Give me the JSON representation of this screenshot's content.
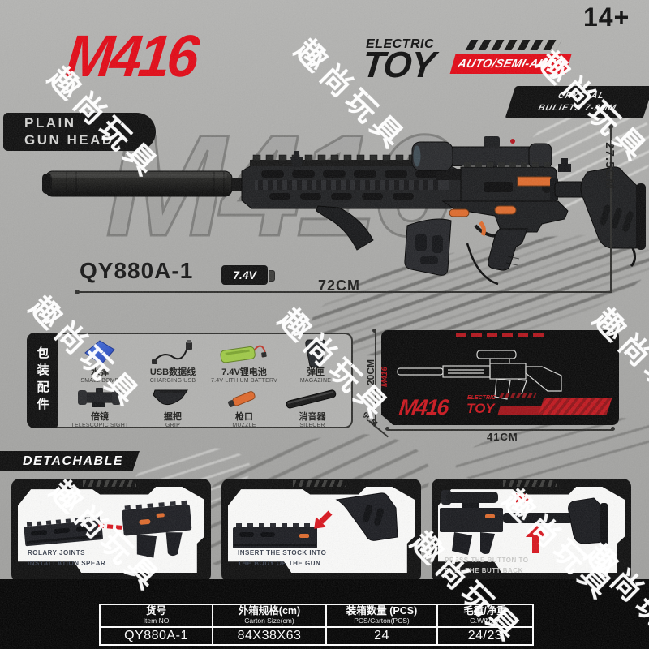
{
  "watermark": {
    "text": "趣尚玩具"
  },
  "header": {
    "age_badge": "14+",
    "logo_main": "M416",
    "logo_electric": "ELECTRIC",
    "logo_toy": "TOY",
    "auto_banner": "AUTO/SEMI-AUTO",
    "crystal_line1": "CRYSTAL",
    "crystal_line2": "BULIETS 7-8MM",
    "plain_line1": "PLAIN",
    "plain_line2": "GUN HEAD"
  },
  "product": {
    "model": "QY880A-1",
    "battery": "7.4V",
    "length": "72CM",
    "height": "27.5CM",
    "ghost_text": "M416"
  },
  "accessories": {
    "tab": "包装配件",
    "items": [
      {
        "cn": "水弹",
        "en": "SMALL BOMB"
      },
      {
        "cn": "USB数据线",
        "en": "CHARGING USB"
      },
      {
        "cn": "7.4V锂电池",
        "en": "7.4V LITHIUM BATTERV"
      },
      {
        "cn": "弹匣",
        "en": "MAGAZINE"
      },
      {
        "cn": "倍镜",
        "en": "TELESCOPIC SIGHT"
      },
      {
        "cn": "握把",
        "en": "GRIP"
      },
      {
        "cn": "枪口",
        "en": "MUZZLE"
      },
      {
        "cn": "消音器",
        "en": "SILECER"
      }
    ]
  },
  "box": {
    "logo_main": "M416",
    "logo_electric": "ELECTRIC",
    "logo_toy": "TOY",
    "width": "41CM",
    "height": "20CM",
    "depth": "9CM"
  },
  "detachable": {
    "title": "DETACHABLE",
    "panels": [
      {
        "line1": "ROLARY JOINTS",
        "line2": "INSTALLATION SPEAR"
      },
      {
        "line1": "INSERT THE STOCK INTO",
        "line2": "THE BODY OF THE GUN"
      },
      {
        "line1": "PRESS THE BUTTON TO",
        "line2": "PULL THE BUTT BACK"
      }
    ]
  },
  "spec_table": {
    "headers": [
      {
        "cn": "货号",
        "en": "Item NO"
      },
      {
        "cn": "外箱规格(cm)",
        "en": "Carton Size(cm)"
      },
      {
        "cn": "装箱数量 (PCS)",
        "en": "PCS/Carton(PCS)"
      },
      {
        "cn": "毛重/净重",
        "en": "G.W/N.W."
      }
    ],
    "row": [
      "QY880A-1",
      "84X38X63",
      "24",
      "24/23"
    ]
  },
  "colors": {
    "accent_red": "#e30613",
    "orange_accent": "#df6a2b",
    "battery_green": "#9fca46",
    "bomb_blue": "#2b4fd0",
    "background_gray": "#a9a9a7"
  }
}
